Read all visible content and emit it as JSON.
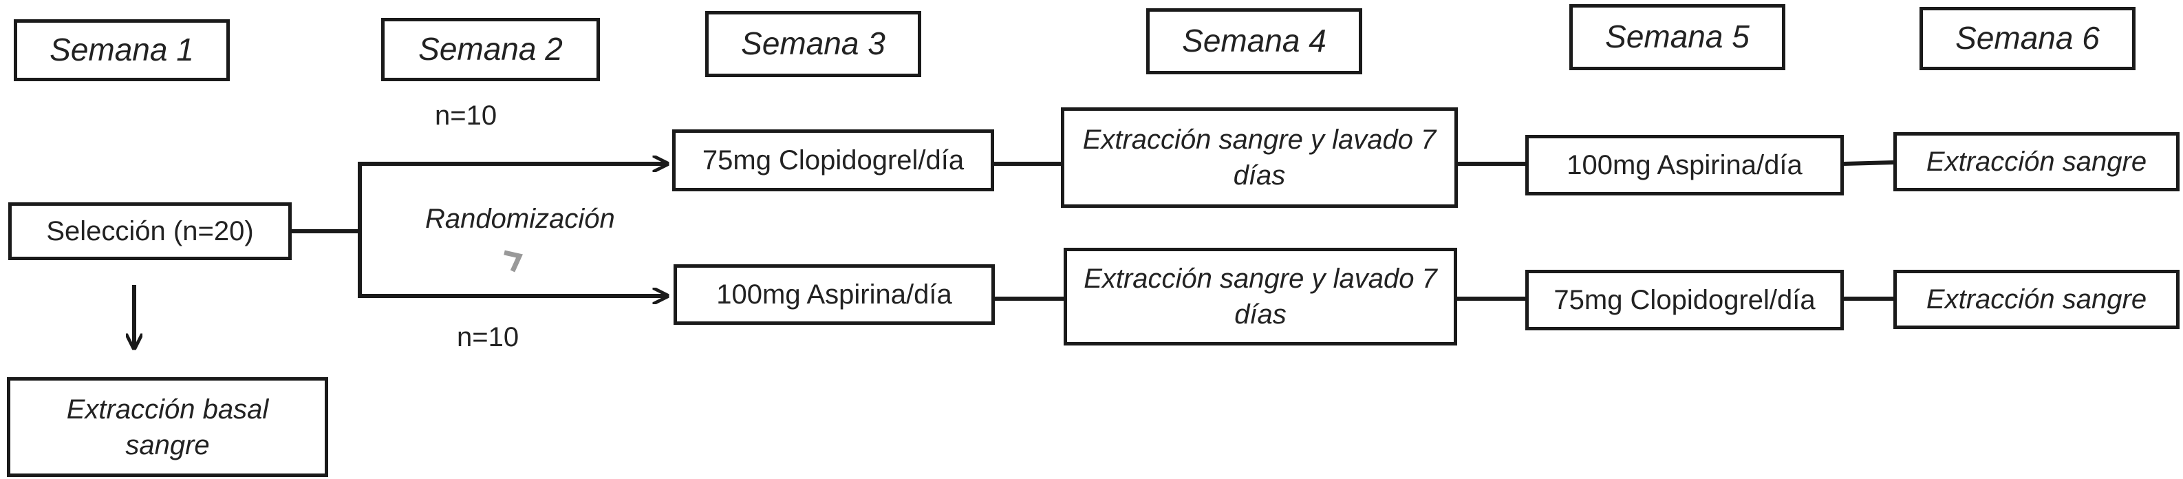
{
  "weeks": [
    "Semana 1",
    "Semana 2",
    "Semana 3",
    "Semana 4",
    "Semana 5",
    "Semana 6"
  ],
  "screening": "Selección (n=20)",
  "baseline": "Extracción basal sangre",
  "randomization": "Randomización",
  "group_top_n": "n=10",
  "group_bottom_n": "n=10",
  "top_arm": {
    "week3": "75mg Clopidogrel/día",
    "week4": "Extracción sangre y lavado 7 días",
    "week5": "100mg Aspirina/día",
    "week6": "Extracción sangre"
  },
  "bottom_arm": {
    "week3": "100mg Aspirina/día",
    "week4": "Extracción sangre y lavado 7 días",
    "week5": "75mg Clopidogrel/día",
    "week6": "Extracción sangre"
  },
  "colors": {
    "line": "#1a1a1a",
    "mark": "#999999"
  }
}
